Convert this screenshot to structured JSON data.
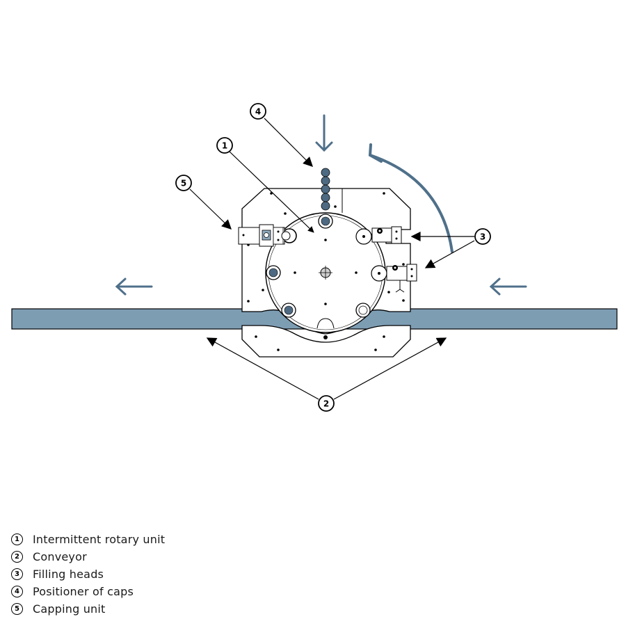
{
  "colors": {
    "flow_arrow": "#4f708a",
    "conveyor_fill": "#7d9db3",
    "cap_fill": "#4d6a82",
    "line": "#000000"
  },
  "callouts": [
    {
      "number": "1"
    },
    {
      "number": "2"
    },
    {
      "number": "3"
    },
    {
      "number": "4"
    },
    {
      "number": "5"
    }
  ],
  "legend": [
    {
      "number": "1",
      "label": "Intermittent rotary unit"
    },
    {
      "number": "2",
      "label": "Conveyor"
    },
    {
      "number": "3",
      "label": "Filling heads"
    },
    {
      "number": "4",
      "label": "Positioner of caps"
    },
    {
      "number": "5",
      "label": "Capping unit"
    }
  ]
}
